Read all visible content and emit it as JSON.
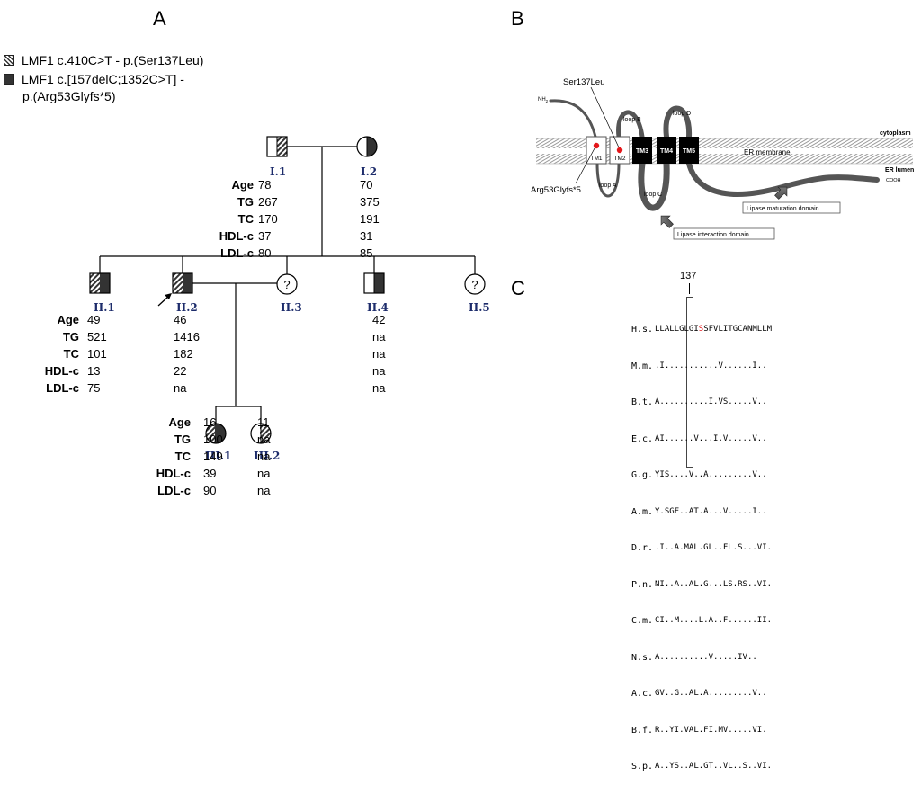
{
  "panels": {
    "a": "A",
    "b": "B",
    "c": "C"
  },
  "legend": [
    {
      "icon": "hatched-square",
      "text": "LMF1 c.410C>T - p.(Ser137Leu)"
    },
    {
      "icon": "solid-square",
      "text": "LMF1 c.[157delC;1352C>T] -"
    },
    {
      "icon": "none",
      "text": "p.(Arg53Glyfs*5)"
    }
  ],
  "row_labels": [
    "Age",
    "TG",
    "TC",
    "HDL-c",
    "LDL-c"
  ],
  "individuals": {
    "I1": {
      "id": "I.1",
      "values": [
        "78",
        "267",
        "170",
        "37",
        "80"
      ]
    },
    "I2": {
      "id": "I.2",
      "values": [
        "70",
        "375",
        "191",
        "31",
        "85"
      ]
    },
    "II1": {
      "id": "II.1",
      "values": [
        "49",
        "521",
        "101",
        "13",
        "75"
      ]
    },
    "II2": {
      "id": "II.2",
      "values": [
        "46",
        "1416",
        "182",
        "22",
        "na"
      ]
    },
    "II3": {
      "id": "II.3",
      "symbol": "?"
    },
    "II4": {
      "id": "II.4",
      "values": [
        "42",
        "na",
        "na",
        "na",
        "na"
      ]
    },
    "II5": {
      "id": "II.5",
      "symbol": "?"
    },
    "III1": {
      "id": "III.1",
      "values": [
        "16",
        "100",
        "149",
        "39",
        "90"
      ]
    },
    "III2": {
      "id": "III.2",
      "values": [
        "11",
        "na",
        "na",
        "na",
        "na"
      ]
    }
  },
  "topology": {
    "nh2": "NH",
    "nh2_sub": "2",
    "cooh": "COOH",
    "cytoplasm": "cytoplasm",
    "er_membrane": "ER membrane",
    "er_lumen": "ER lumen",
    "tm": [
      "TM1",
      "TM2",
      "TM3",
      "TM4",
      "TM5"
    ],
    "loops": [
      "loop A",
      "loop B",
      "loop C",
      "loop D"
    ],
    "ser137": "Ser137Leu",
    "arg53": "Arg53Glyfs*5",
    "lipase_maturation": "Lipase maturation domain",
    "lipase_interaction": "Lipase interaction domain"
  },
  "alignment": {
    "position": "137",
    "species": [
      "H.s.",
      "M.m.",
      "B.t.",
      "E.c.",
      "G.g.",
      "A.m.",
      "D.r.",
      "P.n.",
      "C.m.",
      "N.s.",
      "A.c.",
      "B.f.",
      "S.p."
    ],
    "hs_pre": "LLALLGLGI",
    "hs_mark": "S",
    "hs_post": "SFVLITGCANMLLM",
    "rows": [
      ".I...........V......I..",
      "A..........I.VS.....V..",
      "AI......V...I.V.....V..",
      "YIS....V..A.........V..",
      "Y.SGF..AT.A...V.....I..",
      ".I..A.MAL.GL..FL.S...VI.",
      "NI..A..AL.G...LS.RS..VI.",
      "CI..M....L.A..F......II.",
      "A..........V.....IV..",
      "GV..G..AL.A.........V..",
      "R..YI.VAL.FI.MV.....VI.",
      "A..YS..AL.GT..VL..S..VI."
    ]
  }
}
